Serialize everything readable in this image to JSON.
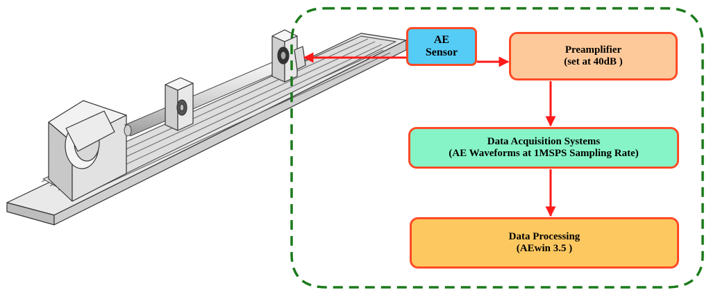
{
  "sensor": {
    "line1": "AE",
    "line2": "Sensor"
  },
  "preamplifier": {
    "line1": "Preamplifier",
    "line2": "(set at 40dB )"
  },
  "daq": {
    "line1": "Data Acquisition Systems",
    "line2": "(AE Waveforms at 1MSPS Sampling Rate)"
  },
  "processing": {
    "line1": "Data Processing",
    "line2": "(AEwin 3.5 )"
  },
  "colors": {
    "border": "#ff4a26",
    "arrow": "#ff1a1a",
    "dashed_region": "#1a7a1a",
    "sensor_fill": "#55ccf5",
    "preamp_fill": "#fdc99a",
    "daq_fill": "#86f4c7",
    "processing_fill": "#fdc860"
  }
}
